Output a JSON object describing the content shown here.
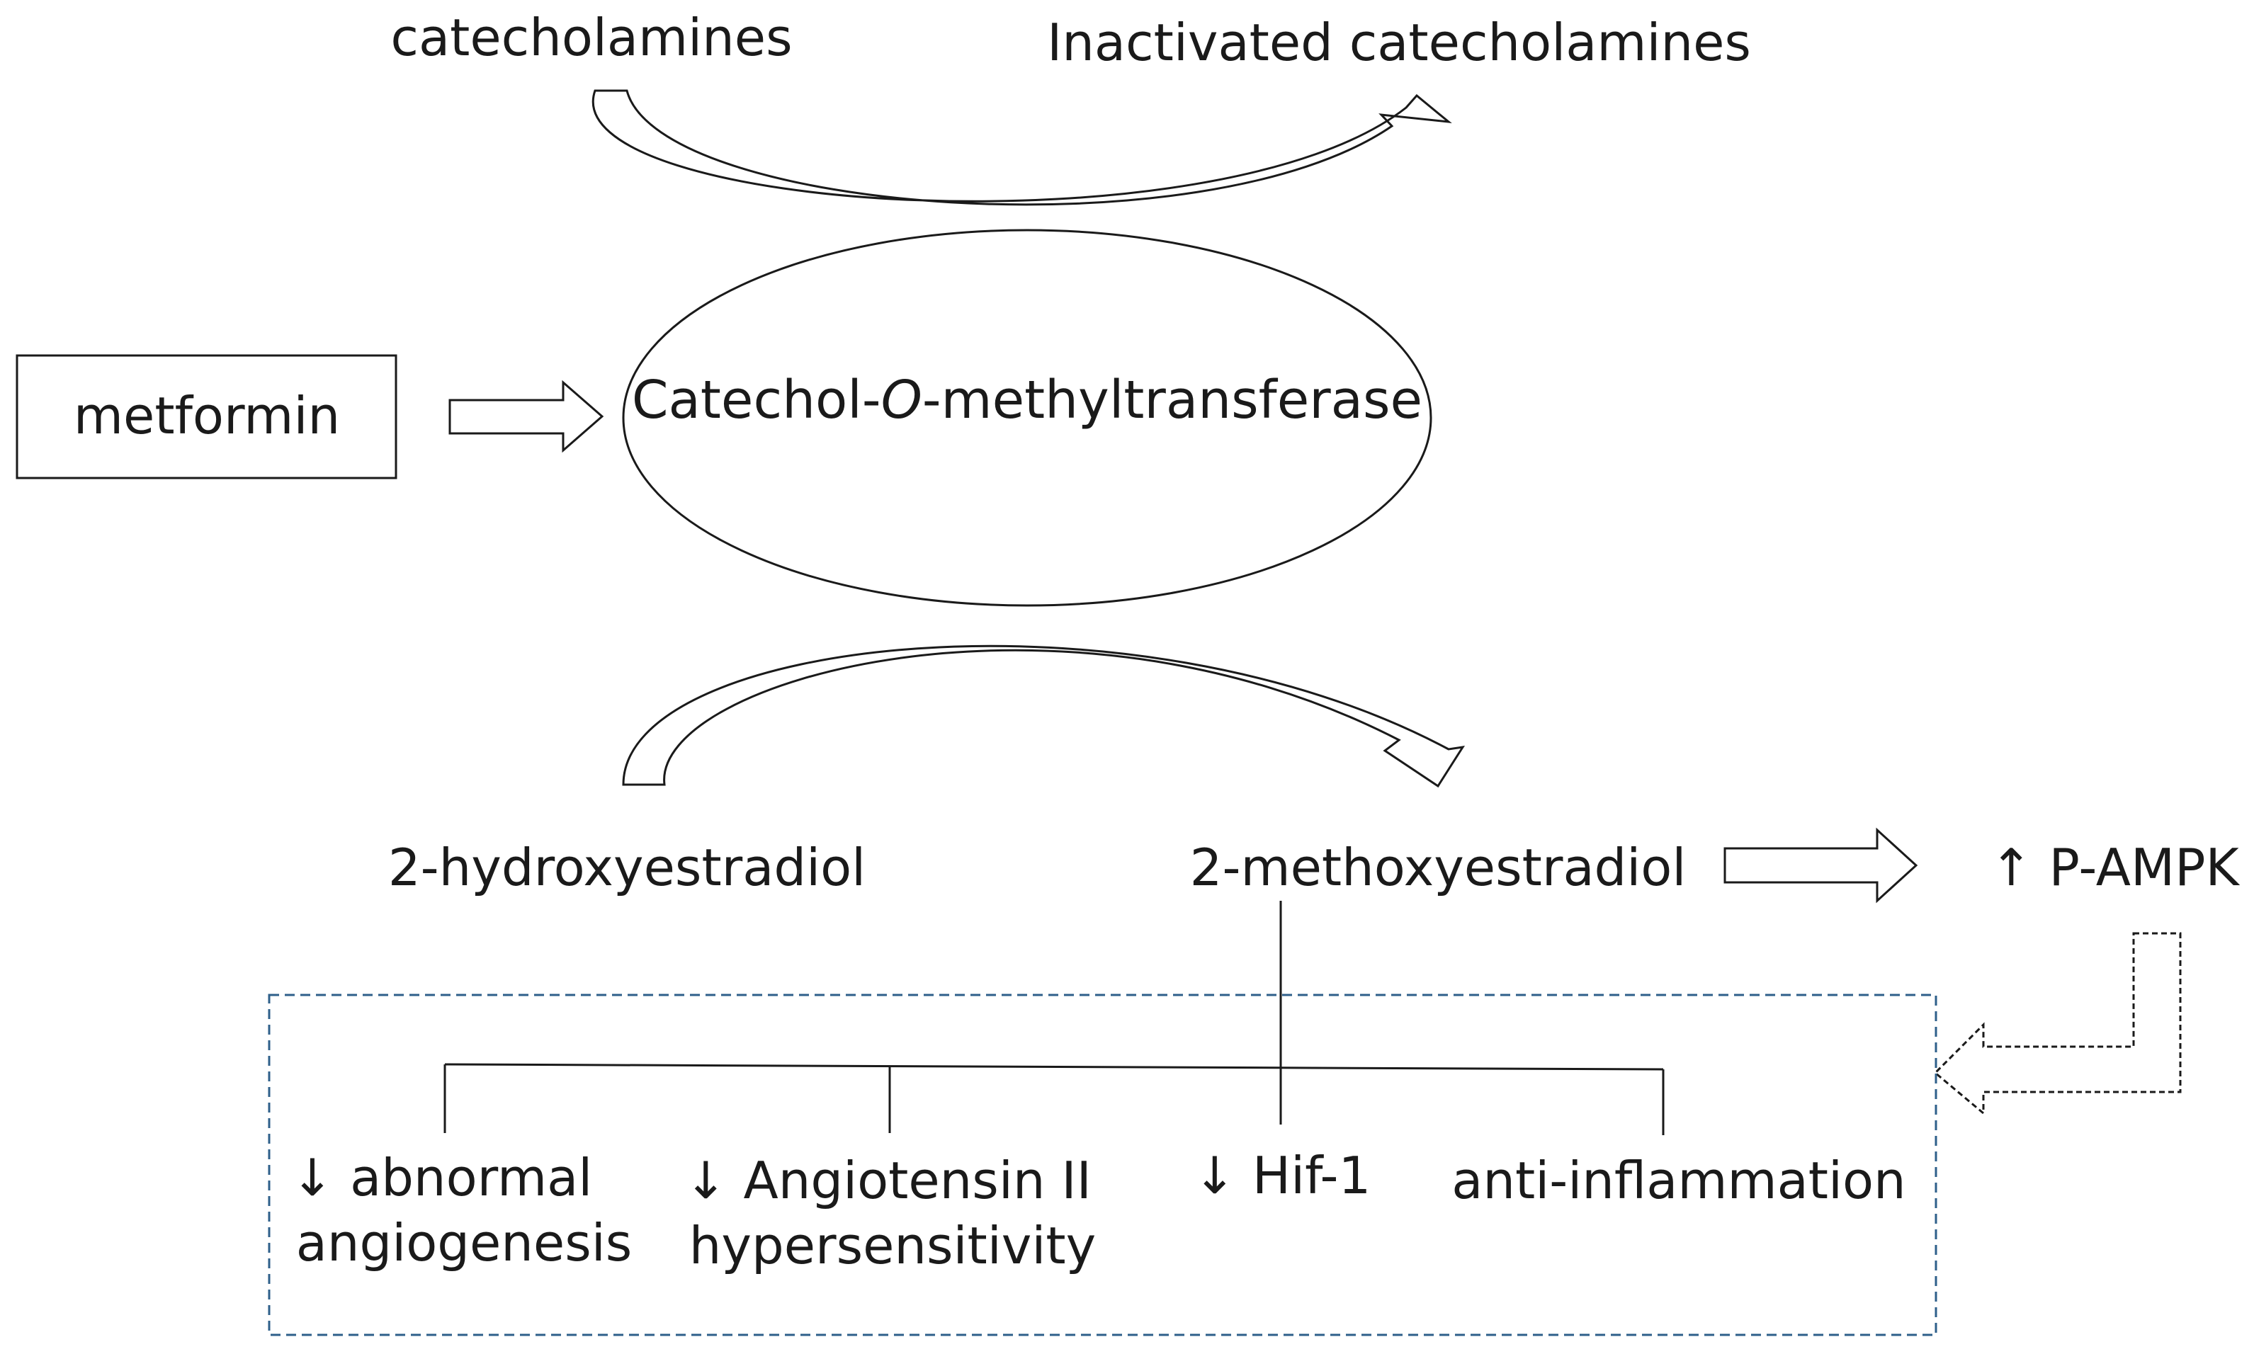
{
  "top": {
    "substrate": "catecholamines",
    "product": "Inactivated catecholamines"
  },
  "enzyme": {
    "prefix": "Catechol-",
    "italic": "O",
    "suffix": "-methyltransferase"
  },
  "drug": {
    "label": "metformin"
  },
  "bottom": {
    "substrate": "2-hydroxyestradiol",
    "product": "2-methoxyestradiol"
  },
  "ampk": {
    "label": "↑ P-AMPK"
  },
  "effects": [
    {
      "line1": "↓ abnormal",
      "line2": "angiogenesis"
    },
    {
      "line1": "↓ Angiotensin II",
      "line2": "hypersensitivity"
    },
    {
      "line1": "↓ Hif-1",
      "line2": ""
    },
    {
      "line1": "anti-inflammation",
      "line2": ""
    }
  ],
  "colors": {
    "ink": "#1a1a1a",
    "dashed_box": "#2e5f8a",
    "background": "#ffffff"
  }
}
